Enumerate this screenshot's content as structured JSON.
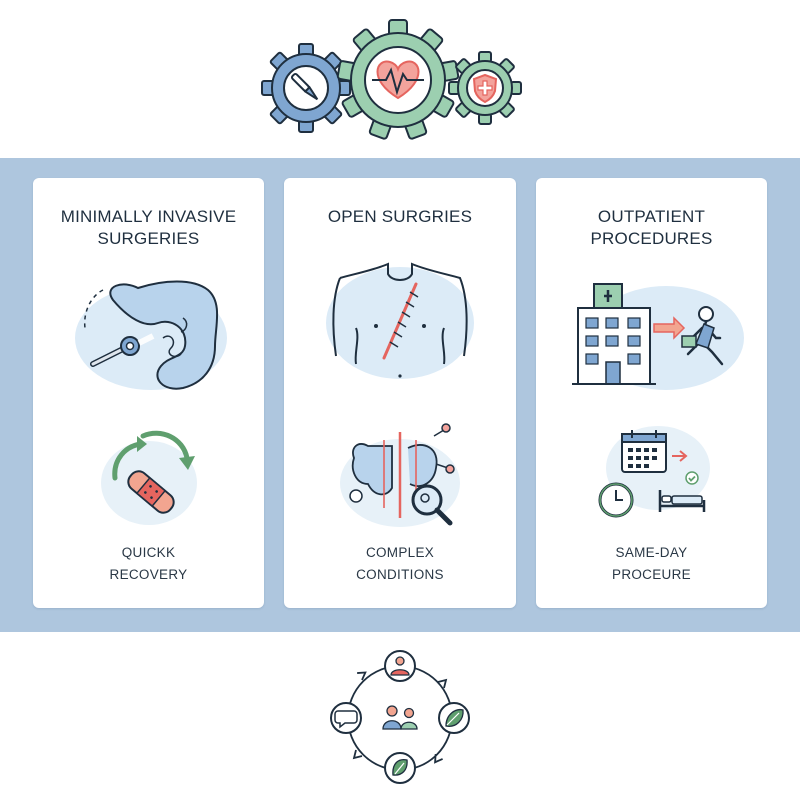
{
  "icons": {
    "top_gears": [
      "scalpel-icon",
      "heart-rate-icon",
      "medical-shield-icon"
    ],
    "cycle": [
      "doctor-icon",
      "leaf-icon",
      "care-icon",
      "chat-bubble-icon",
      "team-icon"
    ]
  },
  "colors": {
    "band": "#aec6de",
    "gear_blue": "#7fa6d1",
    "gear_green": "#9ccfb0",
    "accent_red": "#e5655f",
    "accent_green": "#5f9f6e",
    "line": "#1f2f3f"
  },
  "cards": [
    {
      "title": "MINIMALLY INVASIVE\nSURGERIES",
      "caption": "QUICKK\nRECOVERY",
      "icons": [
        "endoscope-icon",
        "recovery-bandage-icon"
      ]
    },
    {
      "title": "OPEN SURGRIES",
      "caption": "COMPLEX\nCONDITIONS",
      "icons": [
        "torso-incision-icon",
        "anatomy-magnifier-icon"
      ]
    },
    {
      "title": "OUTPATIENT\nPROCEDURES",
      "caption": "SAME-DAY\nPROCEURE",
      "icons": [
        "hospital-exit-icon",
        "calendar-clock-bed-icon"
      ]
    }
  ]
}
